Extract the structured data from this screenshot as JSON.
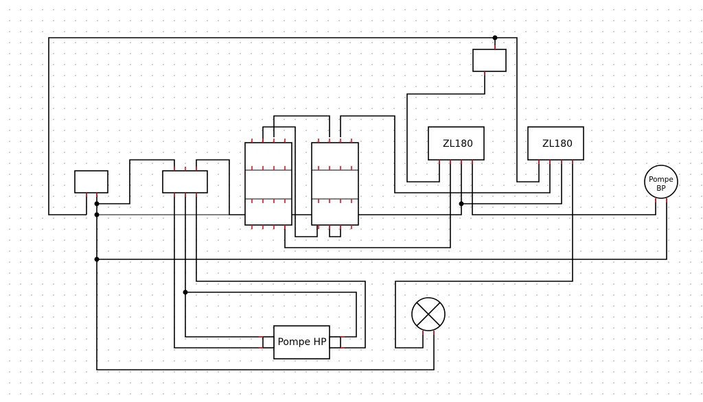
{
  "components": {
    "controller_left": "ZL180",
    "controller_right": "ZL180",
    "pump_bp_line1": "Pompe",
    "pump_bp_line2": "BP",
    "pump_hp": "Pompe HP"
  },
  "colors": {
    "wire": "#000000",
    "pin": "#e0101a",
    "grid_dot": "#c8c8c8",
    "background": "#ffffff"
  },
  "icons": {
    "lamp": "lamp-x-icon"
  }
}
